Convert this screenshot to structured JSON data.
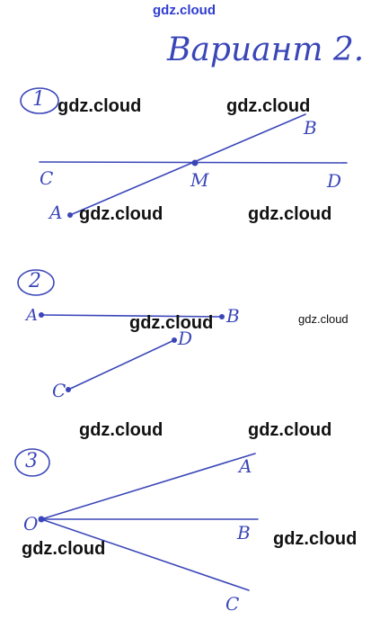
{
  "site_watermark": "gdz.cloud",
  "header": {
    "title": "Вариант 2."
  },
  "watermark_text": "gdz.cloud",
  "tasks": [
    {
      "number": "1",
      "points": [
        "C",
        "M",
        "D",
        "B",
        "A"
      ]
    },
    {
      "number": "2",
      "points": [
        "A",
        "B",
        "C",
        "D"
      ]
    },
    {
      "number": "3",
      "points": [
        "O",
        "A",
        "B",
        "C"
      ]
    }
  ],
  "colors": {
    "ink": "#3a46b8",
    "watermark": "#111111",
    "top_watermark": "#2f3cd0"
  }
}
